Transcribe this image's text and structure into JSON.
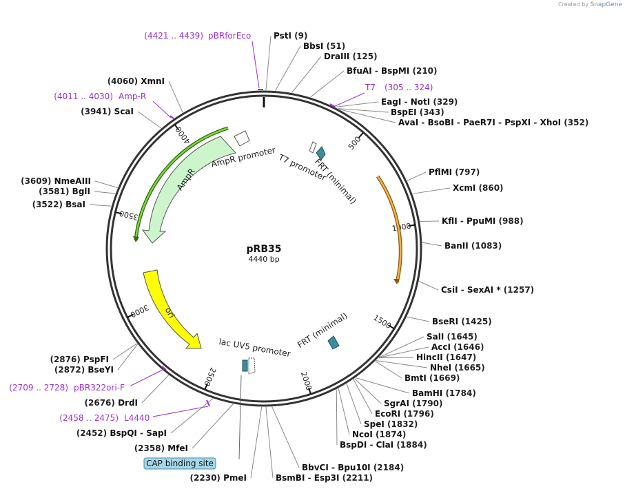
{
  "brand": {
    "prefix": "Created by",
    "name": "SnapGene"
  },
  "plasmid": {
    "name": "pRB35",
    "length_label": "4440 bp",
    "length_bp": 4440
  },
  "colors": {
    "amp": "#ccf5cc",
    "ampr_arc": "#6fbf2a",
    "ori": "#ffff00",
    "orange_arc": "#e8a23a",
    "frt": "#3a8ca0",
    "primer": "#9b30d0",
    "cap": "#a8d8e8"
  },
  "ticks": [
    "500",
    "1000",
    "1500",
    "2000",
    "2500",
    "3000",
    "3500",
    "4000"
  ],
  "features": [
    {
      "label": "AmpR promoter"
    },
    {
      "label": "AmpR"
    },
    {
      "label": "T7 promoter"
    },
    {
      "label": "FRT (minimal)"
    },
    {
      "label": "ori"
    },
    {
      "label": "lac UV5 promoter"
    },
    {
      "label": "FRT (minimal)"
    },
    {
      "label": "CAP binding site"
    }
  ],
  "primers": [
    {
      "range": "(4421 .. 4439)",
      "name": "pBRforEco"
    },
    {
      "range": "(305 .. 324)",
      "name": "T7"
    },
    {
      "range": "(4011 .. 4030)",
      "name": "Amp-R"
    },
    {
      "range": "(2709 .. 2728)",
      "name": "pBR322ori-F"
    },
    {
      "range": "(2458 .. 2475)",
      "name": "L4440"
    }
  ],
  "sites_right": [
    {
      "names": [
        "PstI"
      ],
      "pos": "(9)"
    },
    {
      "names": [
        "BbsI"
      ],
      "pos": "(51)"
    },
    {
      "names": [
        "DraIII"
      ],
      "pos": "(125)"
    },
    {
      "names": [
        "BfuAI",
        "BspMI"
      ],
      "pos": "(210)"
    },
    {
      "names": [
        "EagI",
        "NotI"
      ],
      "pos": "(329)"
    },
    {
      "names": [
        "BspEI"
      ],
      "pos": "(343)"
    },
    {
      "names": [
        "AvaI",
        "BsoBI",
        "PaeR7I",
        "PspXI",
        "XhoI"
      ],
      "pos": "(352)"
    },
    {
      "names": [
        "PflMI"
      ],
      "pos": "(797)"
    },
    {
      "names": [
        "XcmI"
      ],
      "pos": "(860)"
    },
    {
      "names": [
        "KflI",
        "PpuMI"
      ],
      "pos": "(988)"
    },
    {
      "names": [
        "BanII"
      ],
      "pos": "(1083)"
    },
    {
      "names": [
        "CsiI",
        "SexAI *"
      ],
      "pos": "(1257)"
    },
    {
      "names": [
        "BseRI"
      ],
      "pos": "(1425)"
    },
    {
      "names": [
        "SalI"
      ],
      "pos": "(1645)"
    },
    {
      "names": [
        "AccI"
      ],
      "pos": "(1646)"
    },
    {
      "names": [
        "HincII"
      ],
      "pos": "(1647)"
    },
    {
      "names": [
        "NheI"
      ],
      "pos": "(1665)"
    },
    {
      "names": [
        "BmtI"
      ],
      "pos": "(1669)"
    },
    {
      "names": [
        "BamHI"
      ],
      "pos": "(1784)"
    },
    {
      "names": [
        "SgrAI"
      ],
      "pos": "(1790)"
    },
    {
      "names": [
        "EcoRI"
      ],
      "pos": "(1796)"
    },
    {
      "names": [
        "SpeI"
      ],
      "pos": "(1832)"
    },
    {
      "names": [
        "NcoI"
      ],
      "pos": "(1874)"
    },
    {
      "names": [
        "BspDI",
        "ClaI"
      ],
      "pos": "(1884)"
    },
    {
      "names": [
        "BbvCI",
        "Bpu10I"
      ],
      "pos": "(2184)"
    },
    {
      "names": [
        "BsmBI",
        "Esp3I"
      ],
      "pos": "(2211)"
    }
  ],
  "sites_left": [
    {
      "names": [
        "XmnI"
      ],
      "pos": "(4060)"
    },
    {
      "names": [
        "ScaI"
      ],
      "pos": "(3941)"
    },
    {
      "names": [
        "NmeAIII"
      ],
      "pos": "(3609)"
    },
    {
      "names": [
        "BglI"
      ],
      "pos": "(3581)"
    },
    {
      "names": [
        "BsaI"
      ],
      "pos": "(3522)"
    },
    {
      "names": [
        "PspFI"
      ],
      "pos": "(2876)"
    },
    {
      "names": [
        "BseYI"
      ],
      "pos": "(2872)"
    },
    {
      "names": [
        "DrdI"
      ],
      "pos": "(2676)"
    },
    {
      "names": [
        "BspQI",
        "SapI"
      ],
      "pos": "(2452)"
    },
    {
      "names": [
        "MfeI"
      ],
      "pos": "(2358)"
    },
    {
      "names": [
        "PmeI"
      ],
      "pos": "(2230)"
    }
  ]
}
